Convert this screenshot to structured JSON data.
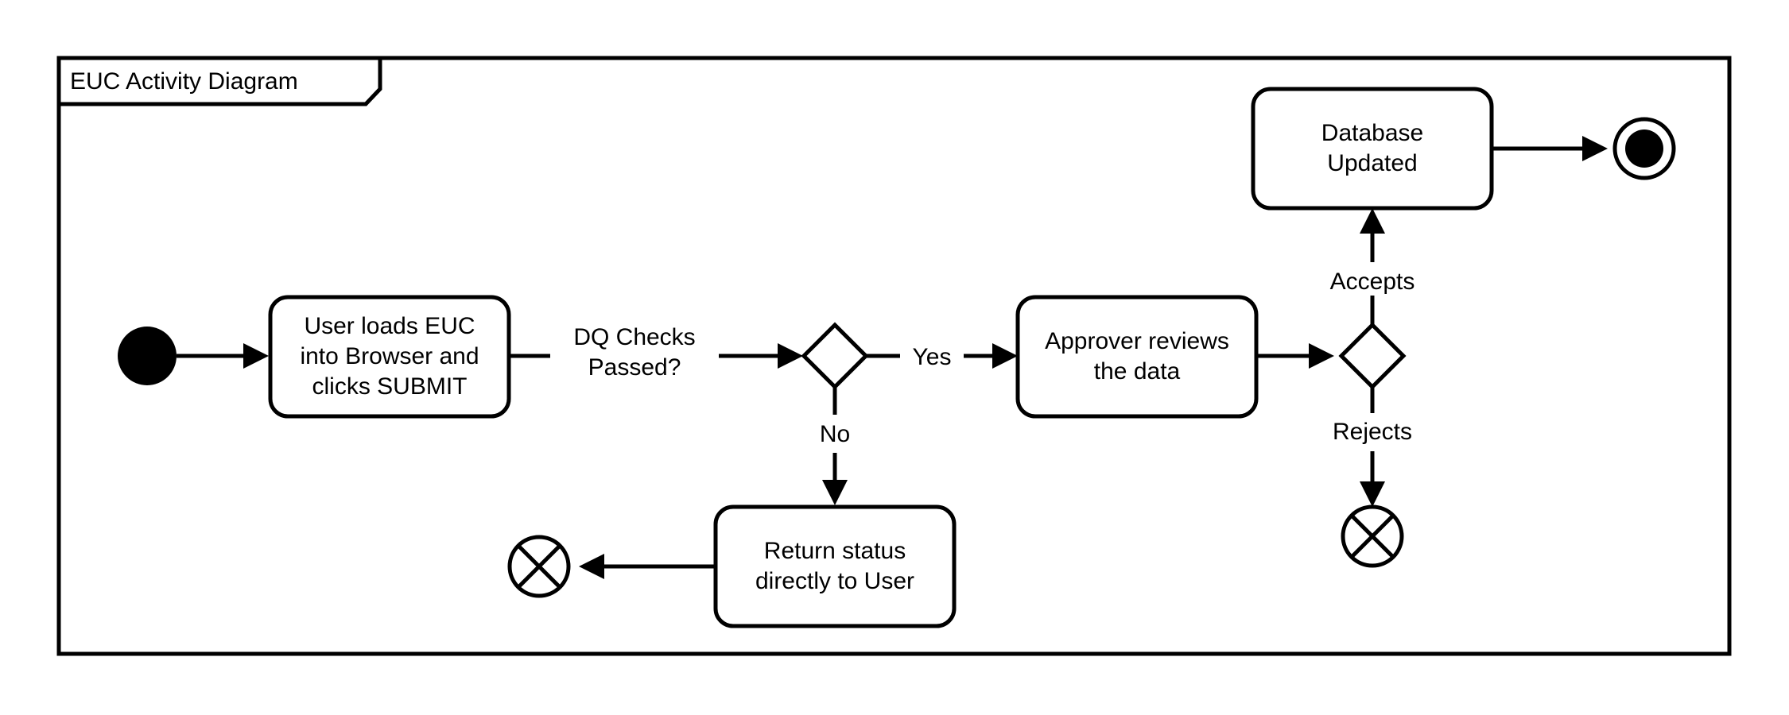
{
  "frame": {
    "title": "EUC Activity Diagram"
  },
  "colors": {
    "stroke": "#000000",
    "fill": "#ffffff",
    "background": "#ffffff"
  },
  "nodes": {
    "initial": {
      "kind": "initial-node",
      "label": ""
    },
    "activity_load": {
      "kind": "activity",
      "line1": "User loads EUC",
      "line2": "into Browser and",
      "line3": "clicks SUBMIT"
    },
    "decision_dq": {
      "kind": "decision",
      "label": ""
    },
    "activity_review": {
      "kind": "activity",
      "line1": "Approver reviews",
      "line2": "the data"
    },
    "decision_approval": {
      "kind": "decision",
      "label": ""
    },
    "activity_db": {
      "kind": "activity",
      "line1": "Database",
      "line2": "Updated"
    },
    "final": {
      "kind": "activity-final",
      "label": ""
    },
    "activity_return": {
      "kind": "activity",
      "line1": "Return status",
      "line2": "directly to User"
    },
    "flow_final_return": {
      "kind": "flow-final",
      "label": ""
    },
    "flow_final_reject": {
      "kind": "flow-final",
      "label": ""
    }
  },
  "edges": {
    "start_to_load": {
      "label": ""
    },
    "load_to_decision": {
      "label_line1": "DQ Checks",
      "label_line2": "Passed?"
    },
    "decision_yes": {
      "label": "Yes"
    },
    "decision_no": {
      "label": "No"
    },
    "review_to_approval": {
      "label": ""
    },
    "approval_accepts": {
      "label": "Accepts"
    },
    "approval_rejects": {
      "label": "Rejects"
    },
    "db_to_final": {
      "label": ""
    },
    "return_to_flowfinal": {
      "label": ""
    }
  }
}
